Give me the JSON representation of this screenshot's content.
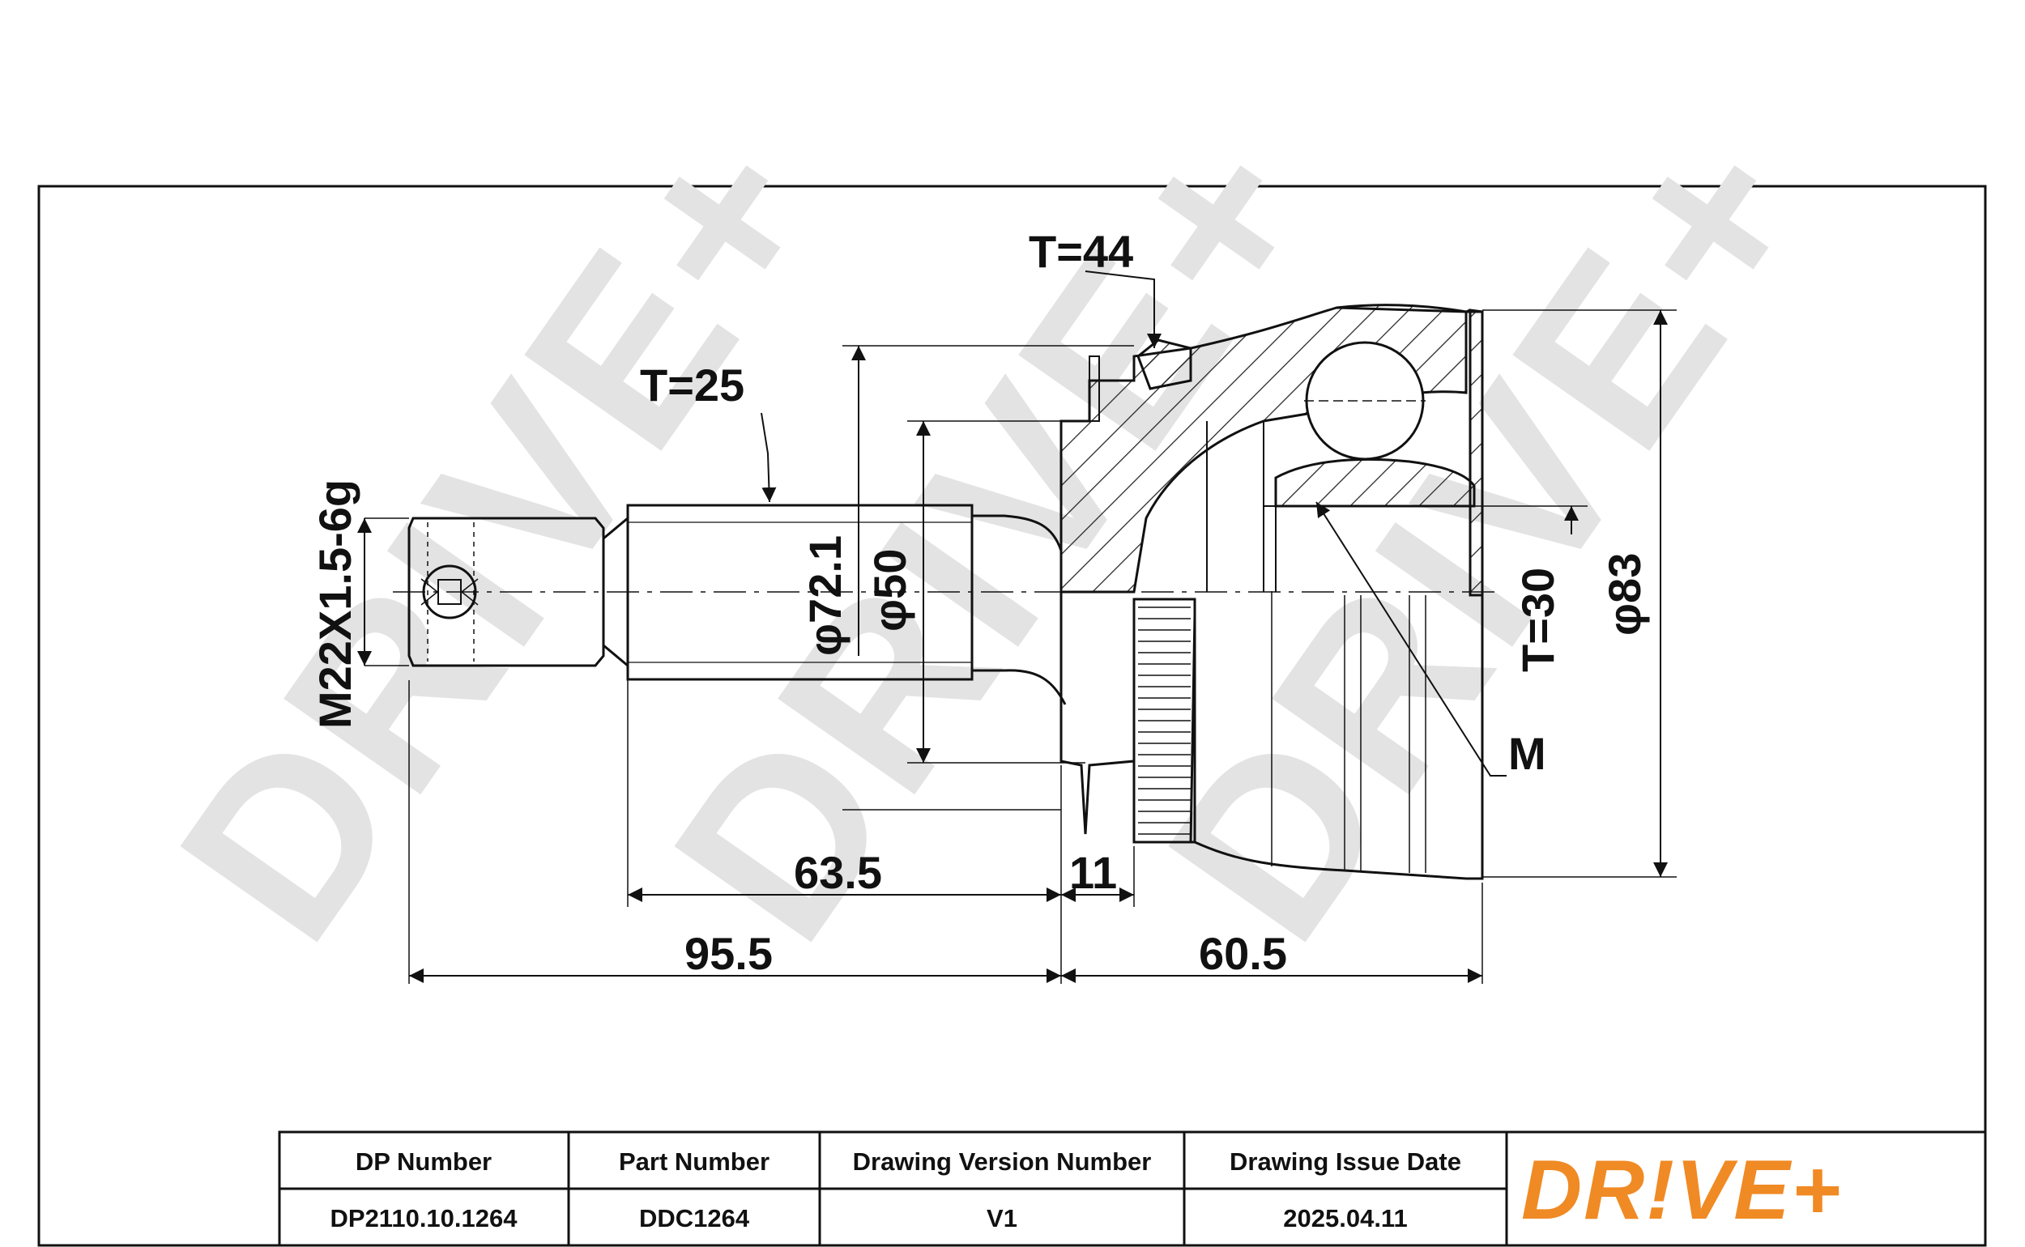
{
  "colors": {
    "line": "#111111",
    "watermark": "#e3e3e3",
    "brand": "#f08a24"
  },
  "watermark": {
    "text": "DRIVE+"
  },
  "dimensions": {
    "thread": "M22X1.5-6g",
    "t25": "T=25",
    "t44": "T=44",
    "phi72": "φ72.1",
    "phi50": "φ50",
    "t30": "T=30",
    "phi83": "φ83",
    "m": "M",
    "d63": "63.5",
    "d11": "11",
    "d95": "95.5",
    "d60": "60.5"
  },
  "title_block": {
    "headers": [
      "DP Number",
      "Part Number",
      "Drawing Version Number",
      "Drawing Issue Date"
    ],
    "values": [
      "DP2110.10.1264",
      "DDC1264",
      "V1",
      "2025.04.11"
    ]
  },
  "logo": {
    "text": "DR!VE+",
    "icon": "drive-plus-logo"
  }
}
